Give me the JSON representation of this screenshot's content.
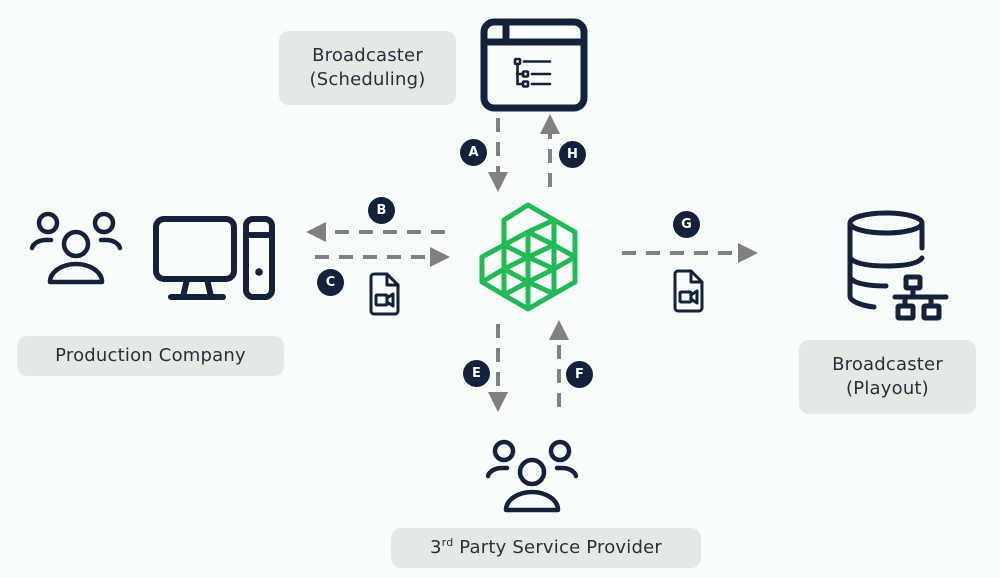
{
  "colors": {
    "background": "#f7fdf9",
    "icon": "#13213a",
    "arrow": "#808080",
    "badge": "#13213a",
    "label_box": "#e5e9e6",
    "hub_green": "#23b957"
  },
  "nodes": {
    "scheduling": {
      "line1": "Broadcaster",
      "line2": "(Scheduling)",
      "icon": "browser-window-tree-list-icon"
    },
    "production": {
      "label": "Production Company",
      "icons": [
        "users-group-icon",
        "desktop-computer-icon"
      ]
    },
    "hub": {
      "icon": "hexagon-cluster-logo-icon"
    },
    "playout": {
      "line1": "Broadcaster",
      "line2": "(Playout)",
      "icon": "database-network-icon"
    },
    "third_party": {
      "prefix": "3",
      "superscript": "rd",
      "suffix": " Party Service Provider",
      "icon": "users-group-icon"
    }
  },
  "flows": [
    {
      "id": "A",
      "from": "scheduling",
      "to": "hub"
    },
    {
      "id": "H",
      "from": "hub",
      "to": "scheduling"
    },
    {
      "id": "B",
      "from": "hub",
      "to": "production"
    },
    {
      "id": "C",
      "from": "production",
      "to": "hub",
      "payload_icon": "video-file-icon"
    },
    {
      "id": "G",
      "from": "hub",
      "to": "playout",
      "payload_icon": "video-file-icon"
    },
    {
      "id": "E",
      "from": "hub",
      "to": "third_party"
    },
    {
      "id": "F",
      "from": "third_party",
      "to": "hub"
    }
  ],
  "badges": {
    "a": "A",
    "b": "B",
    "c": "C",
    "e": "E",
    "f": "F",
    "g": "G",
    "h": "H"
  }
}
